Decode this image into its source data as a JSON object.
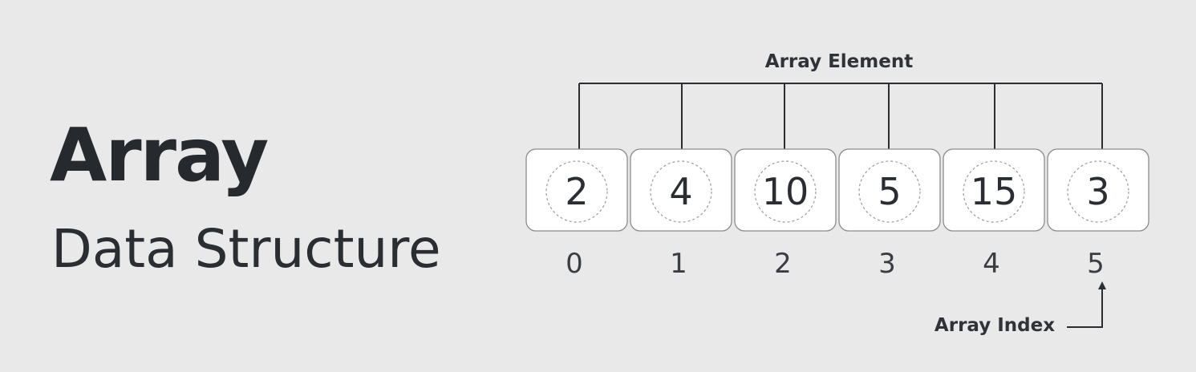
{
  "title": "Array",
  "subtitle": "Data Structure",
  "element_label": "Array Element",
  "index_label": "Array Index",
  "elements": [
    {
      "value": "2",
      "index": "0"
    },
    {
      "value": "4",
      "index": "1"
    },
    {
      "value": "10",
      "index": "2"
    },
    {
      "value": "5",
      "index": "3"
    },
    {
      "value": "15",
      "index": "4"
    },
    {
      "value": "3",
      "index": "5"
    }
  ]
}
